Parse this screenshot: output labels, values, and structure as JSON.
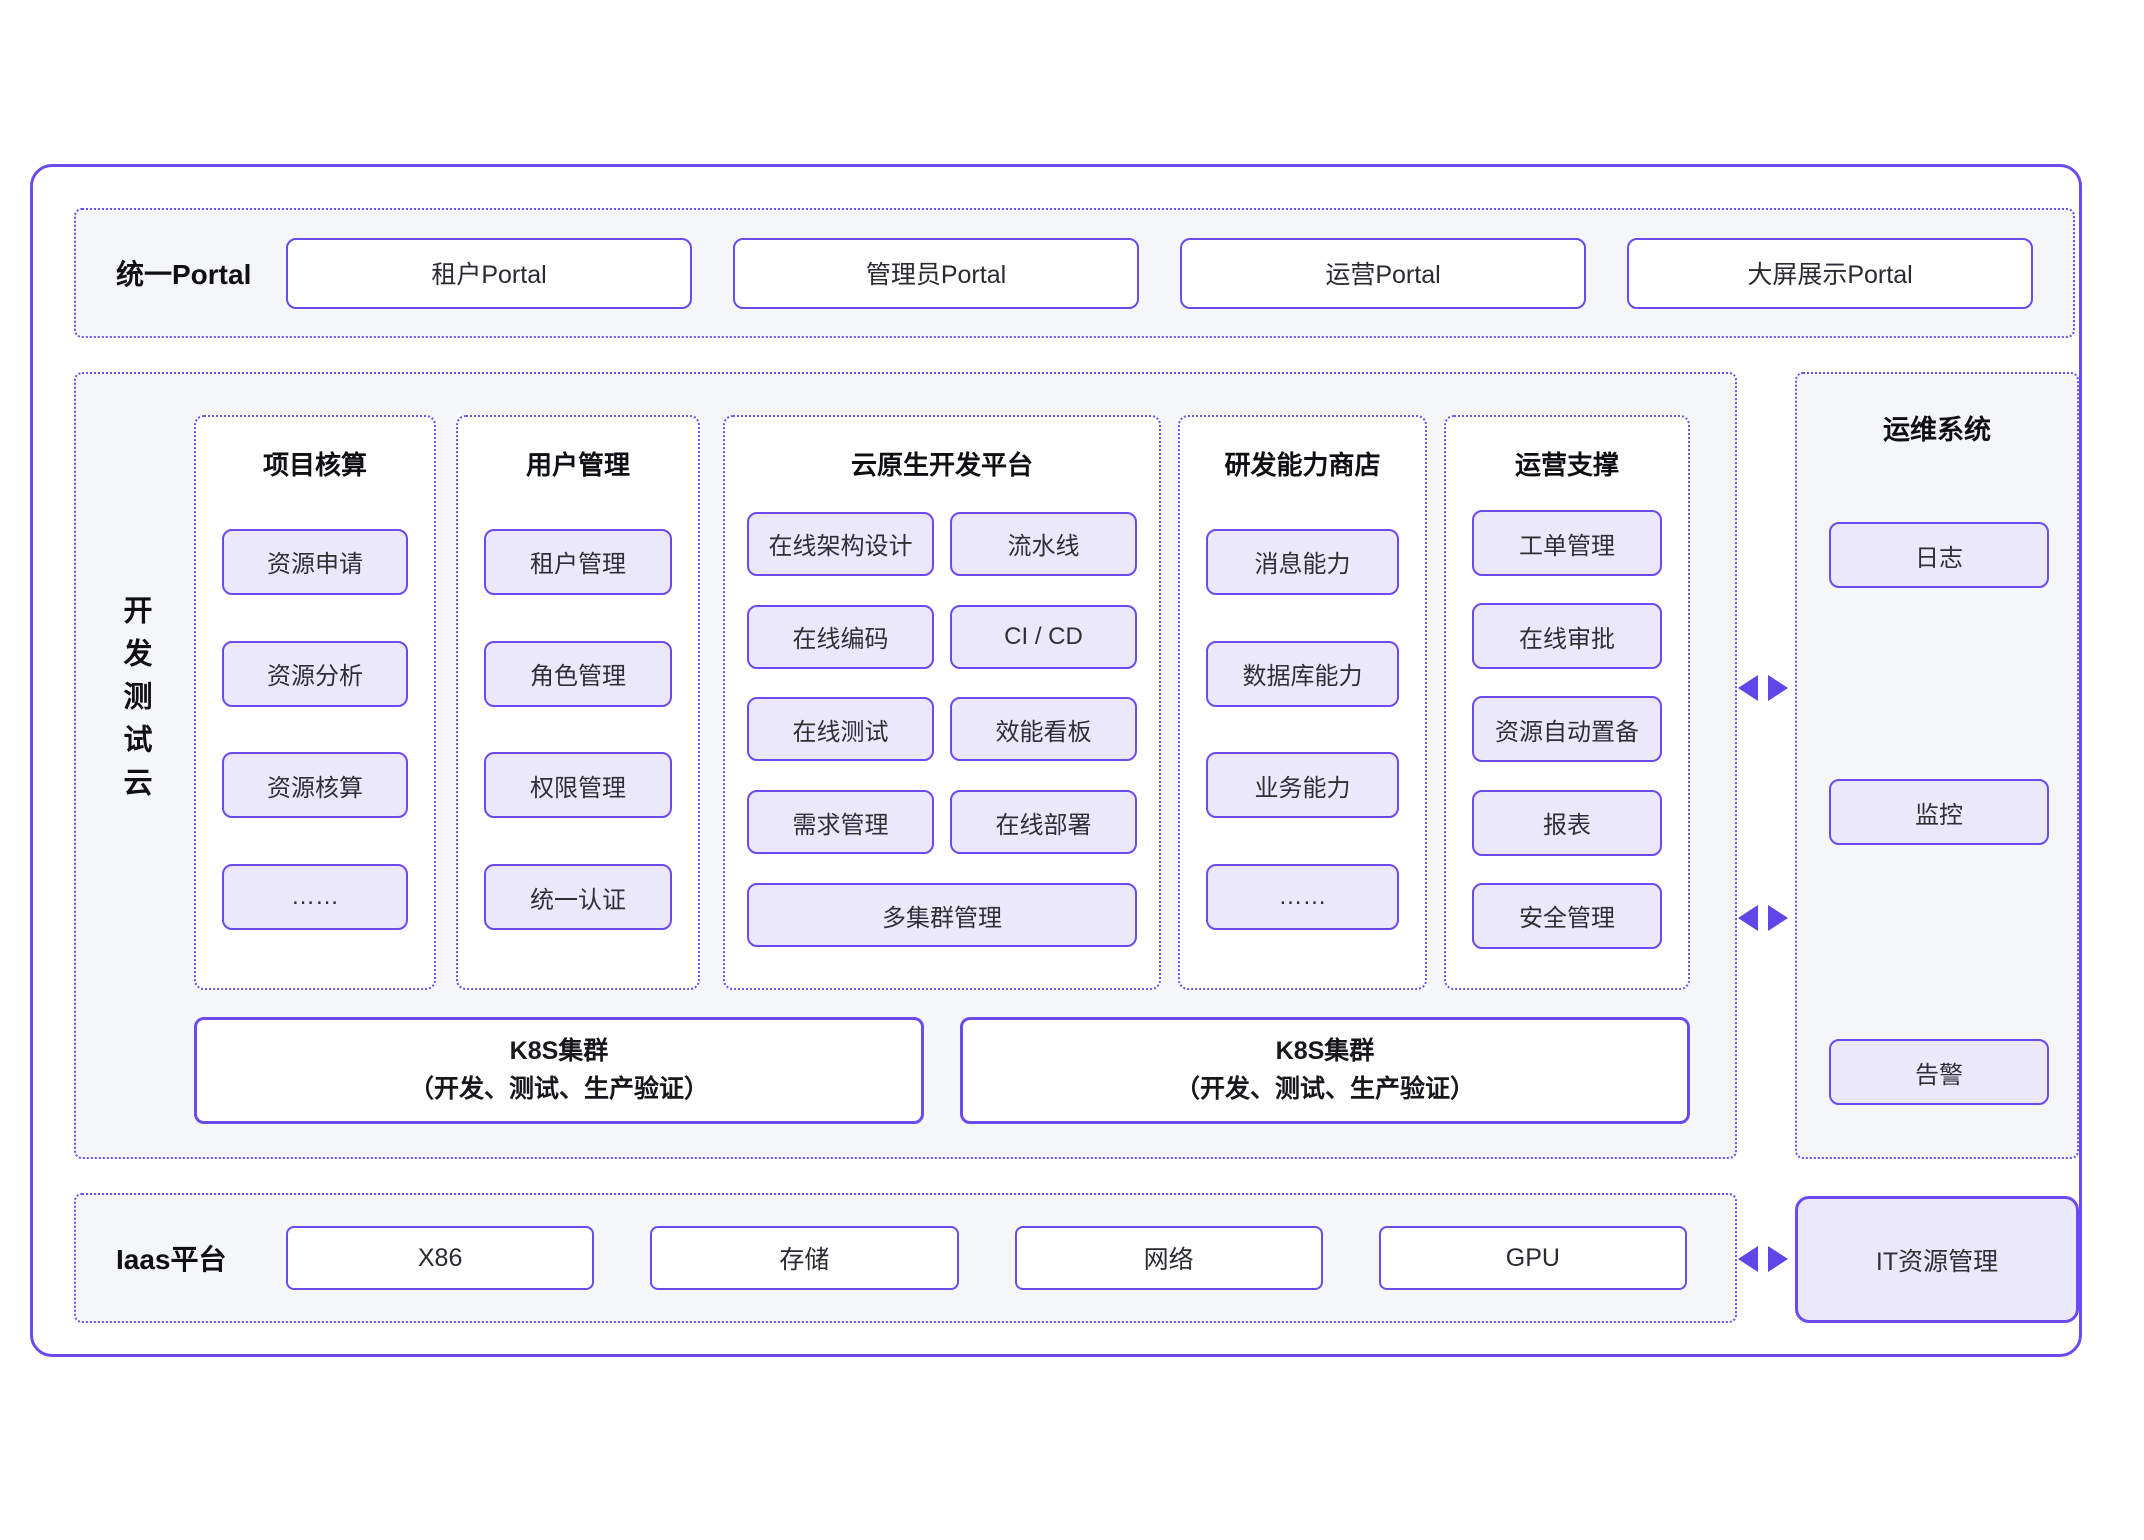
{
  "portal": {
    "label": "统一Portal",
    "buttons": [
      "租户Portal",
      "管理员Portal",
      "运营Portal",
      "大屏展示Portal"
    ]
  },
  "dev_cloud": {
    "label": "开发测试云",
    "columns": [
      {
        "title": "项目核算",
        "items": [
          "资源申请",
          "资源分析",
          "资源核算",
          "……"
        ]
      },
      {
        "title": "用户管理",
        "items": [
          "租户管理",
          "角色管理",
          "权限管理",
          "统一认证"
        ]
      },
      {
        "title": "云原生开发平台",
        "left_items": [
          "在线架构设计",
          "在线编码",
          "在线测试",
          "需求管理"
        ],
        "right_items": [
          "流水线",
          "CI / CD",
          "效能看板",
          "在线部署"
        ],
        "full_item": "多集群管理"
      },
      {
        "title": "研发能力商店",
        "items": [
          "消息能力",
          "数据库能力",
          "业务能力",
          "……"
        ]
      },
      {
        "title": "运营支撑",
        "items": [
          "工单管理",
          "在线审批",
          "资源自动置备",
          "报表",
          "安全管理"
        ]
      }
    ],
    "k8s": [
      {
        "title": "K8S集群",
        "subtitle": "（开发、测试、生产验证）"
      },
      {
        "title": "K8S集群",
        "subtitle": "（开发、测试、生产验证）"
      }
    ]
  },
  "ops": {
    "title": "运维系统",
    "items": [
      "日志",
      "监控",
      "告警"
    ]
  },
  "iaas": {
    "label": "Iaas平台",
    "buttons": [
      "X86",
      "存储",
      "网络",
      "GPU"
    ]
  },
  "it_resource": {
    "label": "IT资源管理"
  },
  "colors": {
    "solid_border": "#6B4AEF",
    "dotted_border": "#6C52EE",
    "lavender_fill": "#EBE8FB",
    "section_bg": "#F5F6F8",
    "arrow": "#5F46E6"
  }
}
